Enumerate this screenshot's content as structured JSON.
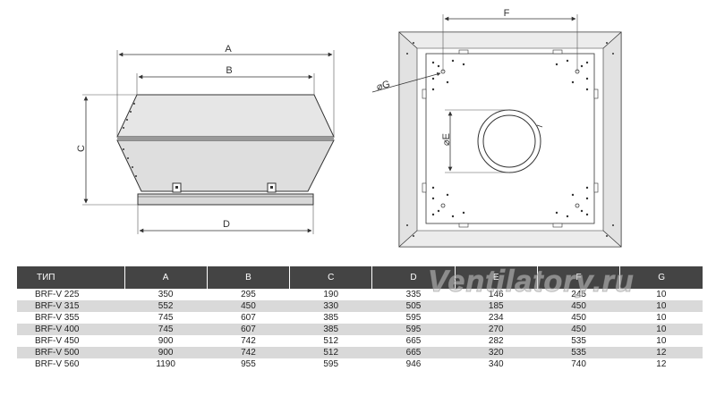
{
  "dimension_labels": {
    "A": "A",
    "B": "B",
    "C": "C",
    "D": "D",
    "E": "⌀E",
    "F": "F",
    "G": "⌀G"
  },
  "table": {
    "headers": [
      "ТИП",
      "A",
      "B",
      "C",
      "D",
      "E",
      "F",
      "G"
    ],
    "rows": [
      [
        "BRF-V 225",
        "350",
        "295",
        "190",
        "335",
        "146",
        "245",
        "10"
      ],
      [
        "BRF-V 315",
        "552",
        "450",
        "330",
        "505",
        "185",
        "450",
        "10"
      ],
      [
        "BRF-V 355",
        "745",
        "607",
        "385",
        "595",
        "234",
        "450",
        "10"
      ],
      [
        "BRF-V 400",
        "745",
        "607",
        "385",
        "595",
        "270",
        "450",
        "10"
      ],
      [
        "BRF-V 450",
        "900",
        "742",
        "512",
        "665",
        "282",
        "535",
        "10"
      ],
      [
        "BRF-V 500",
        "900",
        "742",
        "512",
        "665",
        "320",
        "535",
        "12"
      ],
      [
        "BRF-V 560",
        "1190",
        "955",
        "595",
        "946",
        "340",
        "740",
        "12"
      ]
    ]
  },
  "watermark": "Ventilatory.ru",
  "colors": {
    "header_bg": "#444444",
    "row_alt": "#d9d9d9",
    "fan_side": "#e4e4e4",
    "line": "#333333"
  }
}
